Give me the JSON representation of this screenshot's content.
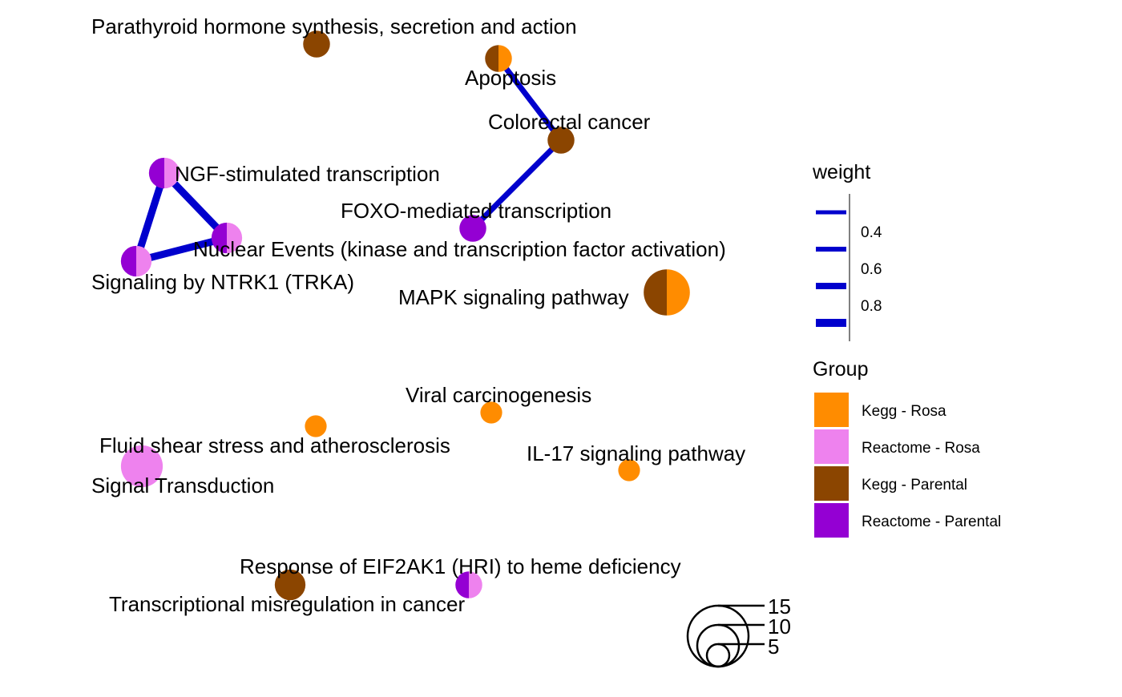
{
  "colors": {
    "kegg_rosa": "#FF8C00",
    "reactome_rosa": "#EE82EE",
    "kegg_parental": "#8B4500",
    "reactome_parental": "#9400D3",
    "edge": "#0000CD"
  },
  "nodes": [
    {
      "id": "pth",
      "label": "Parathyroid hormone synthesis, secretion and action",
      "groups": [
        "kegg_parental"
      ],
      "size": 2
    },
    {
      "id": "apoptosis",
      "label": "Apoptosis",
      "groups": [
        "kegg_parental",
        "kegg_rosa"
      ],
      "size": 2
    },
    {
      "id": "colorectal",
      "label": "Colorectal cancer",
      "groups": [
        "kegg_parental"
      ],
      "size": 2
    },
    {
      "id": "ngf",
      "label": "NGF-stimulated transcription",
      "groups": [
        "reactome_parental",
        "reactome_rosa"
      ],
      "size": 3
    },
    {
      "id": "foxo",
      "label": "FOXO-mediated transcription",
      "groups": [
        "reactome_parental"
      ],
      "size": 2
    },
    {
      "id": "nuclear",
      "label": "Nuclear Events (kinase and transcription factor activation)",
      "groups": [
        "reactome_parental",
        "reactome_rosa"
      ],
      "size": 3
    },
    {
      "id": "ntrk1",
      "label": "Signaling by NTRK1 (TRKA)",
      "groups": [
        "reactome_parental",
        "reactome_rosa"
      ],
      "size": 3
    },
    {
      "id": "mapk",
      "label": "MAPK signaling pathway",
      "groups": [
        "kegg_parental",
        "kegg_rosa"
      ],
      "size": 9
    },
    {
      "id": "viral",
      "label": "Viral carcinogenesis",
      "groups": [
        "kegg_rosa"
      ],
      "size": 1
    },
    {
      "id": "fluid",
      "label": "Fluid shear stress and atherosclerosis",
      "groups": [
        "kegg_rosa"
      ],
      "size": 1
    },
    {
      "id": "il17",
      "label": "IL-17 signaling pathway",
      "groups": [
        "kegg_rosa"
      ],
      "size": 1
    },
    {
      "id": "signal",
      "label": "Signal Transduction",
      "groups": [
        "reactome_rosa"
      ],
      "size": 7
    },
    {
      "id": "eif2ak1",
      "label": "Response of EIF2AK1 (HRI) to heme deficiency",
      "groups": [
        "reactome_parental",
        "reactome_rosa"
      ],
      "size": 2
    },
    {
      "id": "transcr",
      "label": "Transcriptional misregulation in cancer",
      "groups": [
        "kegg_parental"
      ],
      "size": 3
    }
  ],
  "edges": [
    {
      "from": "apoptosis",
      "to": "colorectal",
      "weight": 0.5
    },
    {
      "from": "colorectal",
      "to": "foxo",
      "weight": 0.5
    },
    {
      "from": "ngf",
      "to": "nuclear",
      "weight": 0.85
    },
    {
      "from": "ngf",
      "to": "ntrk1",
      "weight": 0.85
    },
    {
      "from": "ntrk1",
      "to": "nuclear",
      "weight": 0.85
    }
  ],
  "legend": {
    "weight_title": "weight",
    "weight_ticks": [
      "0.4",
      "0.6",
      "0.8"
    ],
    "group_title": "Group",
    "groups": [
      {
        "key": "kegg_rosa",
        "label": "Kegg - Rosa"
      },
      {
        "key": "reactome_rosa",
        "label": "Reactome - Rosa"
      },
      {
        "key": "kegg_parental",
        "label": "Kegg - Parental"
      },
      {
        "key": "reactome_parental",
        "label": "Reactome - Parental"
      }
    ],
    "size_labels": [
      "15",
      "10",
      "5"
    ]
  }
}
